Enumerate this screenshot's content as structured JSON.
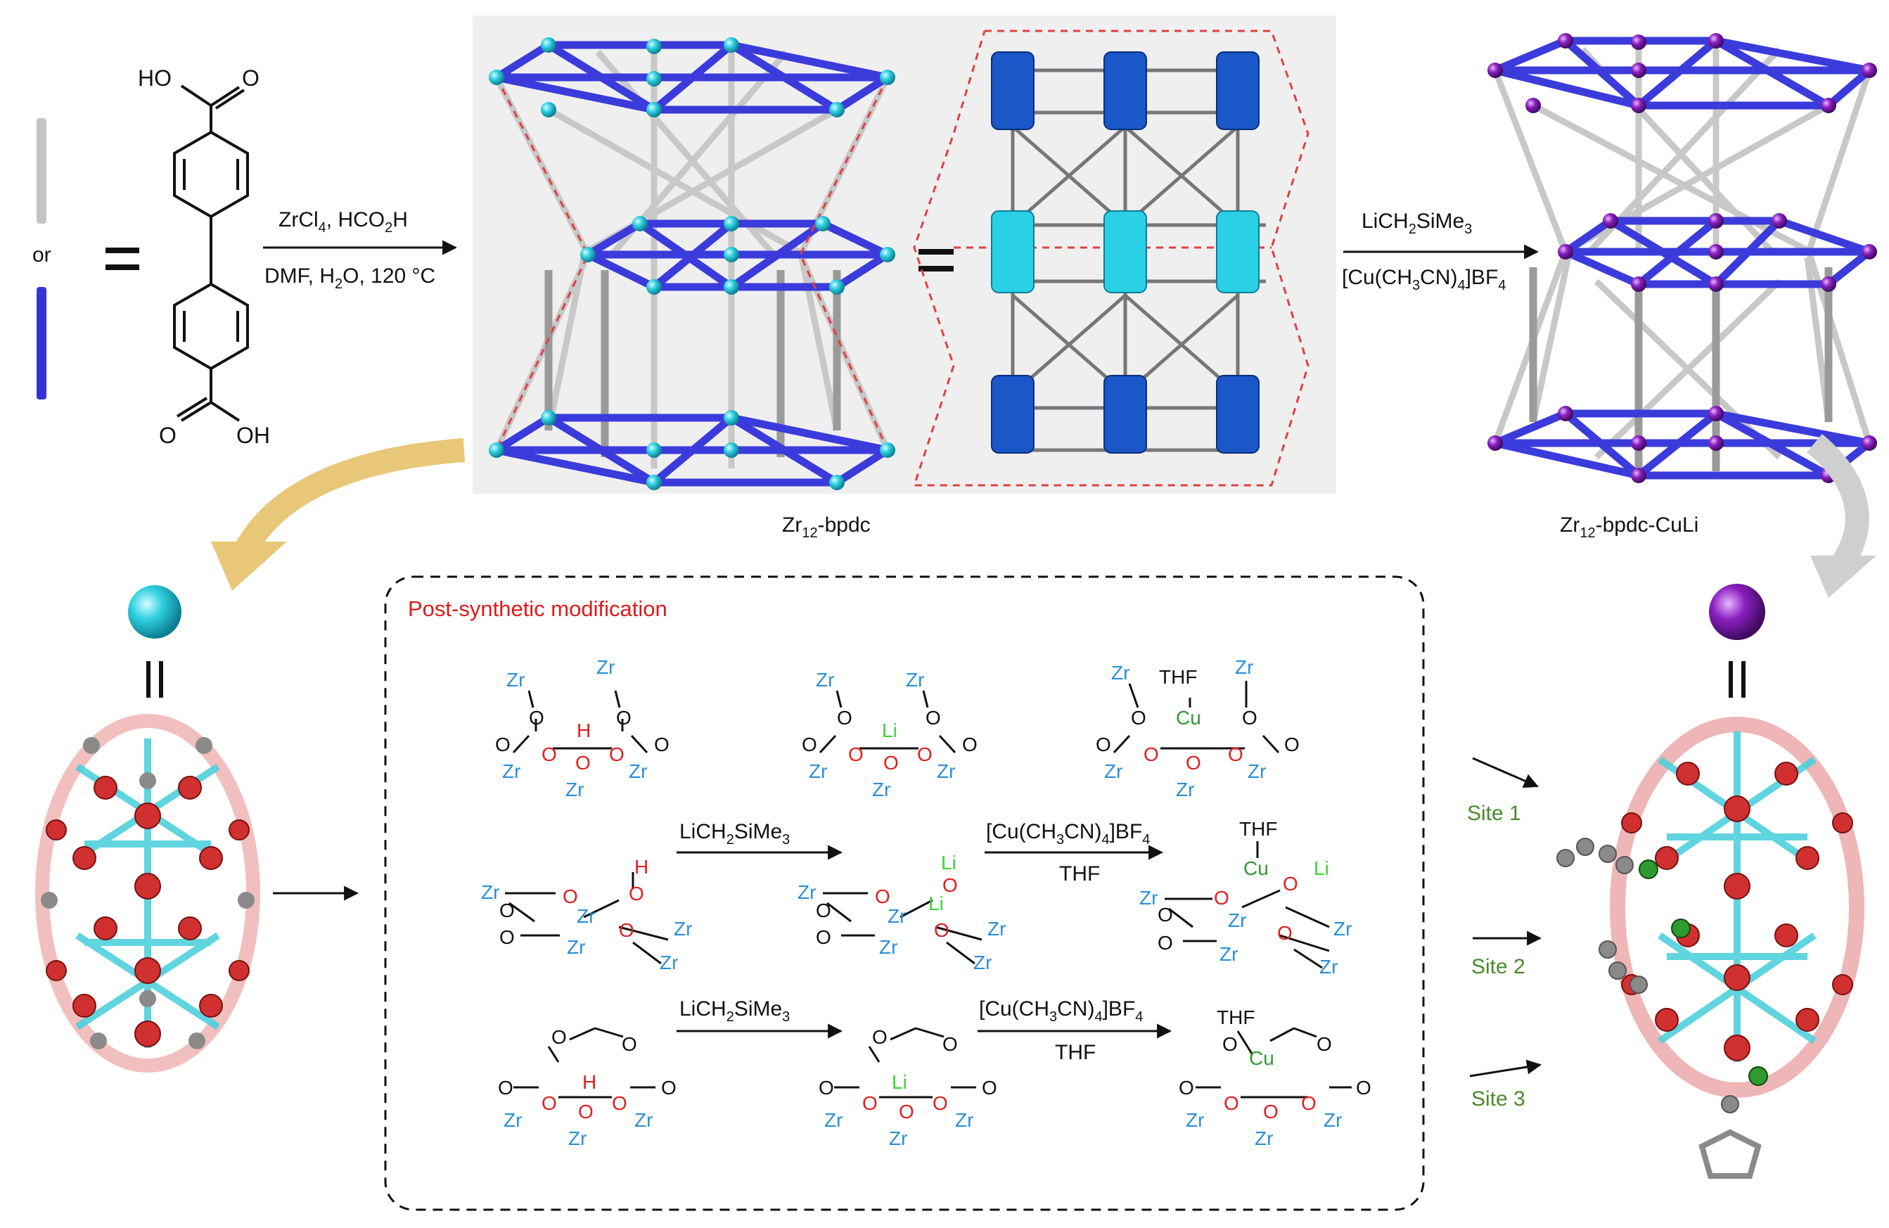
{
  "reagents_top_left": {
    "line1": "ZrCl",
    "line1_sub": "4",
    "line1_rest": ", HCO",
    "line1_sub2": "2",
    "line1_end": "H",
    "line2": "DMF, H",
    "line2_sub": "2",
    "line2_end": "O, 120 °C"
  },
  "linker": {
    "or_label": "or",
    "ho_top": "HO",
    "o_top": "O",
    "o_bottom": "O",
    "oh_bottom": "OH"
  },
  "reagents_top_right": {
    "line1": "LiCH",
    "line1_sub": "2",
    "line1_end": "SiMe",
    "line1_sub2": "3",
    "line2": "[Cu(CH",
    "line2_sub": "3",
    "line2_mid": "CN)",
    "line2_sub2": "4",
    "line2_end": "]BF",
    "line2_sub3": "4"
  },
  "labels": {
    "mof1_pre": "Zr",
    "mof1_sub": "12",
    "mof1_post": "-bpdc",
    "mof2_pre": "Zr",
    "mof2_sub": "12",
    "mof2_post": "-bpdc-CuLi"
  },
  "psm": {
    "title": "Post-synthetic modification",
    "arrow1_top": "LiCH",
    "arrow1_sub": "2",
    "arrow1_end": "SiMe",
    "arrow1_sub2": "3",
    "arrow2_top": "[Cu(CH",
    "arrow2_sub": "3",
    "arrow2_mid": "CN)",
    "arrow2_sub2": "4",
    "arrow2_end": "]BF",
    "arrow2_sub3": "4",
    "arrow2_bottom": "THF",
    "atoms": {
      "zr": "Zr",
      "o": "O",
      "h": "H",
      "li": "Li",
      "cu": "Cu",
      "thf": "THF"
    }
  },
  "sites": [
    "Site 1",
    "Site 2",
    "Site 3"
  ],
  "colors": {
    "cyan_node": "#2fd0e0",
    "purple_node": "#8a1fc0",
    "blue_rod": "#3b3bdc",
    "grey_rod": "#b8b8b8",
    "arrow_gold": "#e8c878",
    "arrow_grey": "#cfcfcf",
    "zr_text": "#2b8fd6",
    "o_text": "#e02020",
    "li_text": "#3cd23c",
    "cu_text": "#2f9a2f",
    "psm_title": "#e01a1a",
    "site_text": "#4a8a2a"
  }
}
